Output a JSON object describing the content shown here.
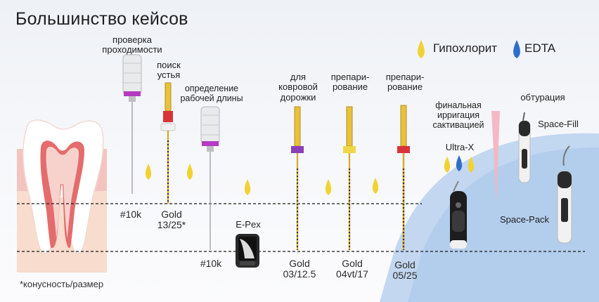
{
  "title": "Большинство кейсов",
  "legend": {
    "hypochlorite_label": "Гипохлорит",
    "edta_label": "EDTA",
    "hypochlorite_color": "#f1d233",
    "edta_color": "#2f6fc9"
  },
  "steps": {
    "patency": "проверка\nпроходимости",
    "orifice": "поиск\nустья",
    "working_length": "определение\nрабочей длины",
    "glide_path": "для\nковровой\nдорожки",
    "prep1": "препари-\nрование",
    "prep2": "препари-\nрование",
    "final_irrigation": "финальная\nирригация\nсактивацией",
    "obturation": "обтурация"
  },
  "files": {
    "k10_a": "#10k",
    "gold_13": "Gold\n13/25*",
    "k10_b": "#10k",
    "gold_03": "Gold\n03/12.5",
    "gold_04": "Gold\n04vt/17",
    "gold_05": "Gold\n05/25"
  },
  "devices": {
    "epex": "E-Pex",
    "ultrax": "Ultra-X",
    "spacefill": "Space-Fill",
    "spacepack": "Space-Pack"
  },
  "footnote": "*конусность/размер"
}
